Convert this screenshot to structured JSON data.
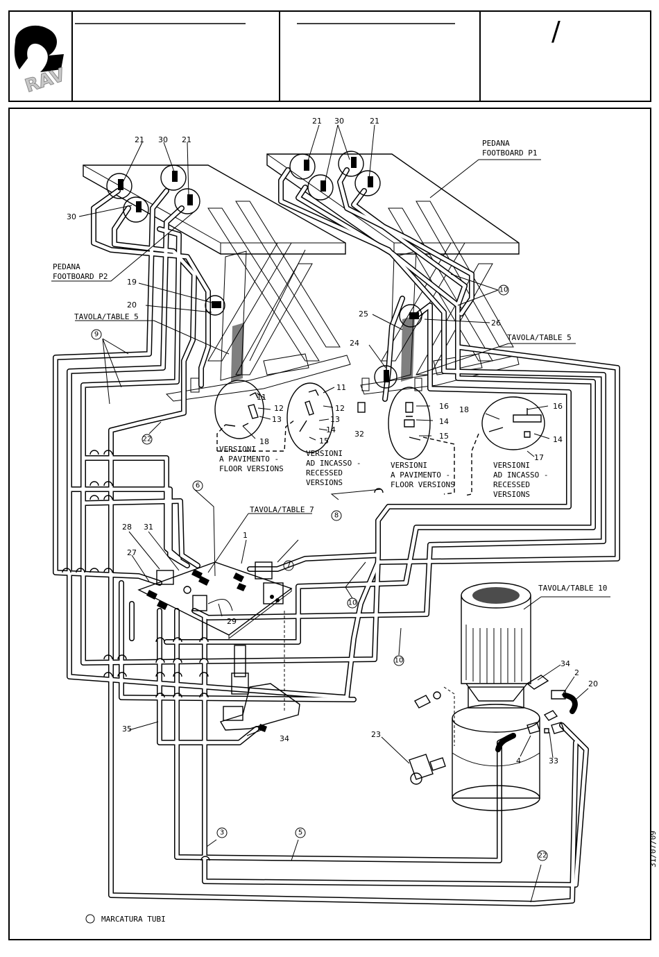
{
  "logo": {
    "text": "RAV"
  },
  "header": {
    "slash": "/"
  },
  "labels": {
    "footboard_p1": {
      "line1": "PEDANA",
      "line2": "FOOTBOARD P1"
    },
    "footboard_p2": {
      "line1": "PEDANA",
      "line2": "FOOTBOARD P2"
    },
    "table5_left": "TAVOLA/TABLE 5",
    "table5_right": "TAVOLA/TABLE 5",
    "table7": "TAVOLA/TABLE 7",
    "table10": "TAVOLA/TABLE 10",
    "floor_left": {
      "line1": "VERSIONI",
      "line2": "A PAVIMENTO -",
      "line3": "FLOOR VERSIONS"
    },
    "recessed_left": {
      "line1": "VERSIONI",
      "line2": "AD INCASSO -",
      "line3": "RECESSED",
      "line4": "VERSIONS"
    },
    "floor_right": {
      "line1": "VERSIONI",
      "line2": "A PAVIMENTO -",
      "line3": "FLOOR VERSIONS"
    },
    "recessed_right": {
      "line1": "VERSIONI",
      "line2": "AD INCASSO -",
      "line3": "RECESSED",
      "line4": "VERSIONS"
    }
  },
  "part_numbers": {
    "p21a": "21",
    "p30a": "30",
    "p21b": "21",
    "p30b": "30",
    "p21c": "21",
    "p30c": "30",
    "p21d": "21",
    "p19": "19",
    "p20a": "20",
    "p25": "25",
    "p26": "26",
    "p24": "24",
    "p11a": "11",
    "p12a": "12",
    "p13a": "13",
    "p18a": "18",
    "p11b": "11",
    "p12b": "12",
    "p13b": "13",
    "p14a": "14",
    "p15a": "15",
    "p32": "32",
    "p16a": "16",
    "p14b": "14",
    "p15b": "15",
    "p18b": "18",
    "p16b": "16",
    "p14c": "14",
    "p17": "17",
    "p1": "1",
    "p28": "28",
    "p31": "31",
    "p27": "27",
    "p29": "29",
    "p34a": "34",
    "p35": "35",
    "p34b": "34",
    "p2": "2",
    "p20b": "20",
    "p23": "23",
    "p4": "4",
    "p33": "33"
  },
  "hose_markers": {
    "m9": "9",
    "m22a": "22",
    "m6": "6",
    "m8": "8",
    "m7": "7",
    "m10a": "10",
    "m10b": "10",
    "m10c": "10",
    "m3": "3",
    "m5": "5",
    "m22b": "22"
  },
  "legend": {
    "text": "MARCATURA TUBI"
  },
  "date": "31/07/09"
}
